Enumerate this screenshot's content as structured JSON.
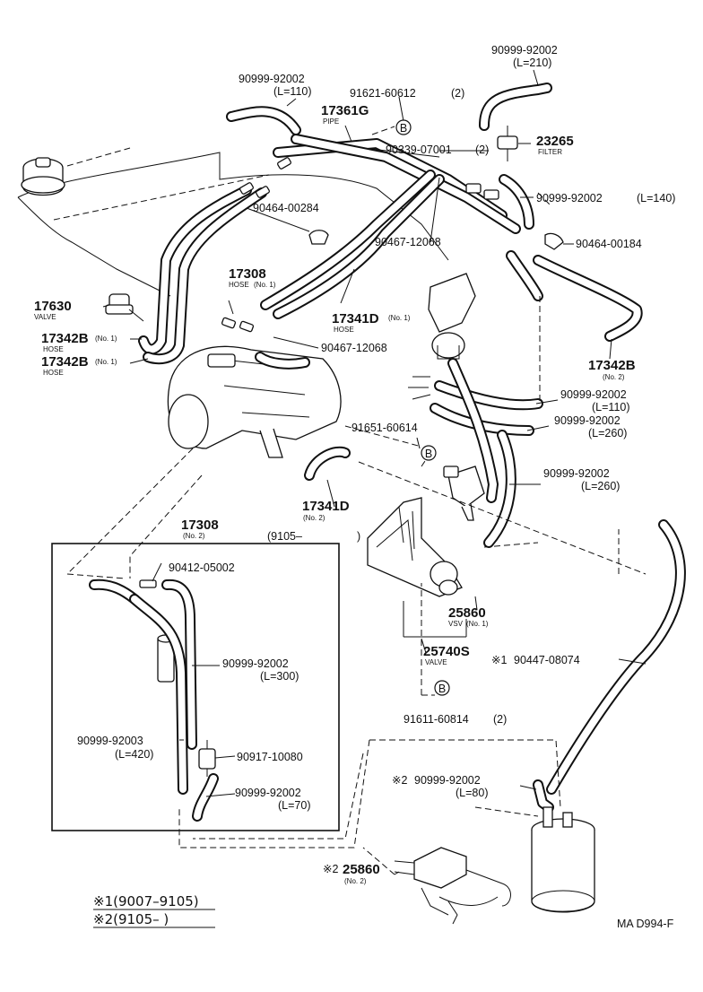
{
  "labels": {
    "hose_top_right": "90999-92002",
    "hose_top_right_len": "(L=210)",
    "hose_top_left": "90999-92002",
    "hose_top_left_len": "(L=110)",
    "bolt_top": "91621-60612",
    "bolt_top_qty": "(2)",
    "pipe_num": "17361G",
    "pipe_name": "PIPE",
    "clamp_top": "90339-07001",
    "clamp_top_qty": "(2)",
    "filter_num": "23265",
    "filter_name": "FILTER",
    "hose_140": "90999-92002",
    "hose_140_len": "(L=140)",
    "clip_284": "90464-00284",
    "clamp_12068a": "90467-12068",
    "clip_184": "90464-00184",
    "hose_17308": "17308",
    "hose_17308_name": "HOSE",
    "hose_17308_no": "(No. 1)",
    "valve_num": "17630",
    "valve_name": "VALVE",
    "hose_17341d": "17341D",
    "hose_17341d_no": "(No. 1)",
    "hose_17341d_name": "HOSE",
    "hose_17342b_a": "17342B",
    "hose_17342b_a_no": "(No. 1)",
    "hose_17342b_a_name": "HOSE",
    "hose_17342b_b": "17342B",
    "hose_17342b_b_no": "(No. 1)",
    "hose_17342b_b_name": "HOSE",
    "clamp_12068b": "90467-12068",
    "hose_17342b_2": "17342B",
    "hose_17342b_2_no": "(No. 2)",
    "hose_110b": "90999-92002",
    "hose_110b_len": "(L=110)",
    "hose_260a": "90999-92002",
    "hose_260a_len": "(L=260)",
    "bolt_mid": "91651-60614",
    "hose_260b": "90999-92002",
    "hose_260b_len": "(L=260)",
    "hose_17341d_2": "17341D",
    "hose_17341d_2_no": "(No. 2)",
    "inset_num": "17308",
    "inset_no": "(No. 2)",
    "inset_range": "(9105–",
    "inset_close": ")",
    "union": "90412-05002",
    "inset_hose_300": "90999-92002",
    "inset_hose_300_len": "(L=300)",
    "inset_hose_420": "90999-92003",
    "inset_hose_420_len": "(L=420)",
    "inset_joint": "90917-10080",
    "inset_hose_70": "90999-92002",
    "inset_hose_70_len": "(L=70)",
    "vsv_num": "25860",
    "vsv_name": "VSV",
    "vsv_no": "(No. 1)",
    "valve2_num": "25740S",
    "valve2_name": "VALVE",
    "hose_star1_mark": "※1",
    "hose_star1": "90447-08074",
    "bolt_bottom": "91611-60814",
    "bolt_bottom_qty": "(2)",
    "hose_80_mark": "※2",
    "hose_80": "90999-92002",
    "hose_80_len": "(L=80)",
    "vsv2_mark": "※2",
    "vsv2_num": "25860",
    "vsv2_no": "(No. 2)",
    "note1": "※1(9007–9105)",
    "note2": "※2(9105–    )",
    "code": "MA D994-F",
    "circle_b": "B"
  }
}
